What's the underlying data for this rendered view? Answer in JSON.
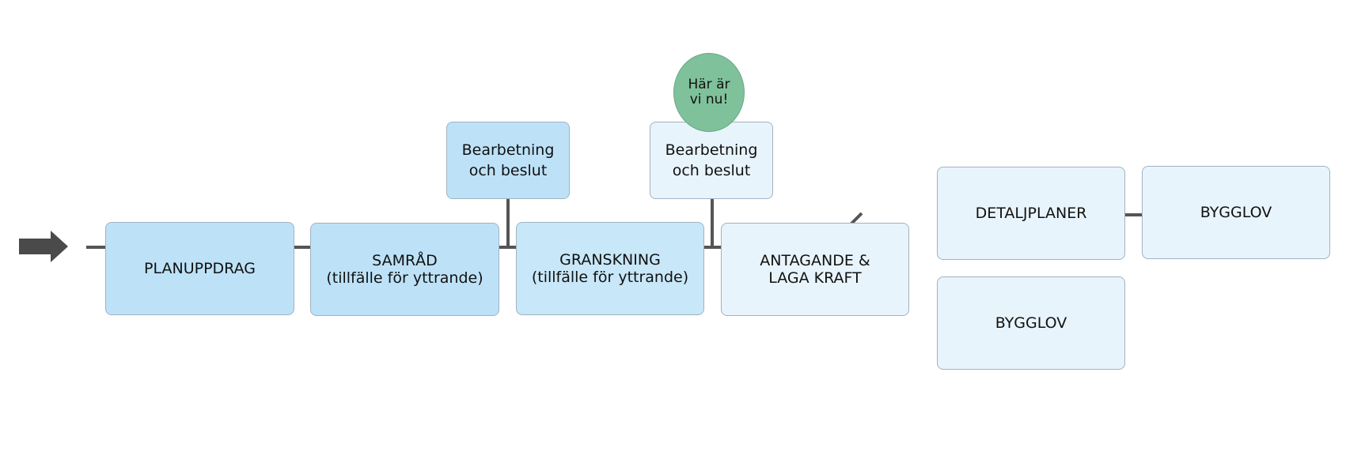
{
  "nodes": {
    "planuppdrag": {
      "line1": "PLANUPPDRAG"
    },
    "samrad": {
      "line1": "SAMRÅD",
      "line2": "(tillfälle för yttrande)"
    },
    "granskning": {
      "line1": "GRANSKNING",
      "line2": "(tillfälle för yttrande)"
    },
    "antagande": {
      "line1": "ANTAGANDE &",
      "line2": "LAGA KRAFT"
    },
    "bearbetning1": {
      "line1": "Bearbetning",
      "line2": "och beslut"
    },
    "bearbetning2": {
      "line1": "Bearbetning",
      "line2": "och beslut"
    },
    "detaljplaner": {
      "line1": "DETALJPLANER"
    },
    "bygglov_top": {
      "line1": "BYGGLOV"
    },
    "bygglov_bottom": {
      "line1": "BYGGLOV"
    }
  },
  "marker": {
    "line1": "Här är",
    "line2": "vi nu!"
  },
  "colors": {
    "dark": "#bde2f8",
    "mid": "#c8e7f8",
    "light": "#e8f4fc",
    "marker": "#7fc19b",
    "connector": "#555555"
  }
}
